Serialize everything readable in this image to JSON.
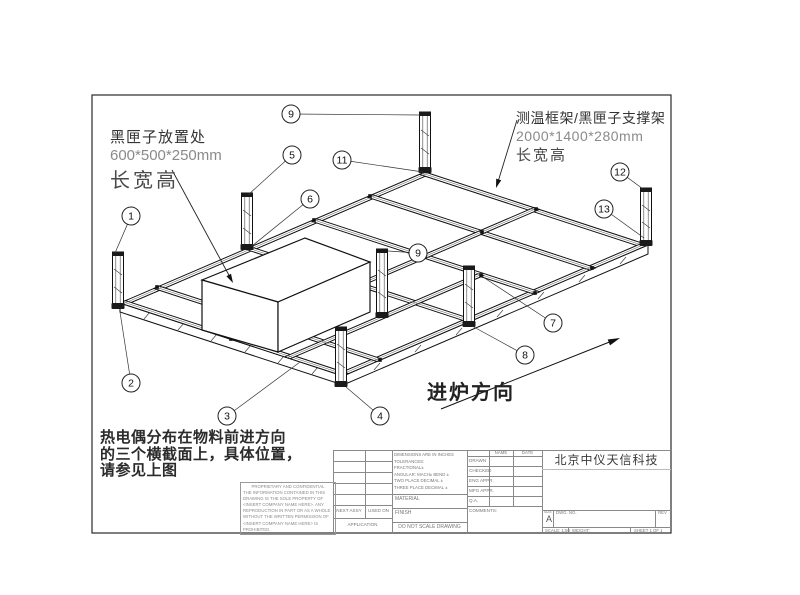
{
  "annotations": {
    "black_box": {
      "line1": "黑匣子放置处",
      "line2": "600*500*250mm",
      "line3": "长宽高"
    },
    "frame": {
      "line1": "测温框架/黑匣子支撑架",
      "line2": "2000*1400*280mm",
      "line3": "长宽高"
    },
    "thermocouple": {
      "line1": "热电偶分布在物料前进方向",
      "line2": "的三个横截面上，具体位置，",
      "line3": "请参见上图"
    },
    "direction_label": "进炉方向"
  },
  "balloons": [
    {
      "n": "1"
    },
    {
      "n": "2"
    },
    {
      "n": "3"
    },
    {
      "n": "4"
    },
    {
      "n": "5"
    },
    {
      "n": "6"
    },
    {
      "n": "7"
    },
    {
      "n": "8"
    },
    {
      "n": "9"
    },
    {
      "n": "9"
    },
    {
      "n": "11"
    },
    {
      "n": "12"
    },
    {
      "n": "13"
    }
  ],
  "title_block": {
    "company": "北京中仪天信科技",
    "proprietary": [
      "PROPRIETARY AND CONFIDENTIAL",
      "THE INFORMATION CONTAINED IN THIS",
      "DRAWING IS THE SOLE PROPERTY OF",
      "<INSERT COMPANY NAME HERE>. ANY",
      "REPRODUCTION IN PART OR AS A WHOLE",
      "WITHOUT THE WRITTEN PERMISSION OF",
      "<INSERT COMPANY NAME HERE> IS",
      "PROHIBITED."
    ],
    "tolerance": [
      "DIMENSIONS ARE IN INCHES",
      "TOLERANCES:",
      "FRACTIONAL±",
      "ANGULAR: MACH±   BEND ±",
      "TWO PLACE DECIMAL    ±",
      "THREE PLACE DECIMAL  ±"
    ],
    "material_label": "MATERIAL",
    "finish_label": "FINISH",
    "do_not_scale": "DO NOT SCALE DRAWING",
    "next_assy": "NEXT ASSY",
    "used_on": "USED ON",
    "application": "APPLICATION",
    "name_header": "NAME",
    "date_header": "DATE",
    "approvals": [
      "DRAWN",
      "CHECKED",
      "ENG APPR.",
      "MFG APPR.",
      "Q.A."
    ],
    "comments_label": "COMMENTS:",
    "size_label": "SIZE",
    "size_value": "A",
    "dwg_label": "DWG.  NO.",
    "rev_label": "REV",
    "scale_label": "SCALE: 1:50",
    "weight_label": "WEIGHT:",
    "sheet_label": "SHEET 1 OF 1"
  }
}
